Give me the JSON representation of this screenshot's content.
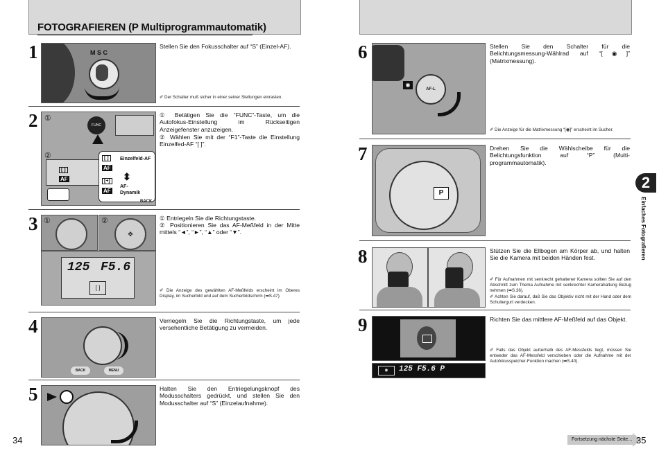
{
  "title": "FOTOGRAFIEREN (P Multiprogrammautomatik)",
  "steps": {
    "s1": {
      "number": "1",
      "text": "Stellen Sie den Fokusschalter auf “S” (Einzel-AF).",
      "note": "Der Schalter muß sicher in einer seiner Stellungen einrasten.",
      "dial_label": "M S C"
    },
    "s2": {
      "number": "2",
      "circle1": "①",
      "circle2": "②",
      "text1": "① Betätigen Sie die “FUNC”-Taste, um die Autofokus-Einstellung im Rückseitigen Anzeigefenster anzuzeigen.",
      "text2": "② Wählen Sie mit der “F1”-Taste die Einstellung Einzelfed-AF “[ ]”.",
      "func_label": "FUNC",
      "single_label": "Einzelfeld-AF",
      "dynamic_label": "AF-Dynamik",
      "af_label": "AF",
      "back_label": "BACK"
    },
    "s3": {
      "number": "3",
      "circle1": "①",
      "circle2": "②",
      "text1": "① Entriegeln Sie die Richtungstaste.",
      "text2": "② Positionieren Sie das AF-Meßfeld in der Mitte mittels “◄”, “►”, “▲” oder “▼”.",
      "note": "Die Anzeige des gewählten AF-Meßfelds erscheint im Oberes Display, im Sucherbild und auf dem Sucherbildschirm (➡S.47).",
      "lcd_shutter": "125",
      "lcd_aperture": "F5.6"
    },
    "s4": {
      "number": "4",
      "text": "Verriegeln Sie die Richtungstaste, um jede versehentliche Betätigung zu vermeiden.",
      "back_label": "BACK",
      "menu_label": "MENU"
    },
    "s5": {
      "number": "5",
      "text": "Halten Sie den Entriegelungsknopf des Modusschalters gedrückt, und stellen Sie den Modusschalter auf “S” (Einzelaufnahme)."
    },
    "s6": {
      "number": "6",
      "text": "Stellen Sie den Schalter für die Belichtungsmessung-Wählrad auf “[◉]” (Matrixmessung).",
      "note": "Die Anzeige für die Matrixmessung “[◉]” erscheint im Sucher.",
      "afl_label": "AF-L"
    },
    "s7": {
      "number": "7",
      "text": "Drehen Sie die Wählscheibe für die Belichtungsfunktion auf “P” (Multi-programmautomatik).",
      "dial_mark": "P"
    },
    "s8": {
      "number": "8",
      "text": "Stützen Sie die Ellbogen am Körper ab, und halten Sie die Kamera mit beiden Händen fest.",
      "note1": "Für Aufnahmen mit senkrecht gehaltener Kamera sollten Sie auf den Abschnitt zum Thema Aufnahme mit senkrechter Kamerahaltung Bezug nehmen (➡S.36).",
      "note2": "Achten Sie darauf, daß Sie das Objektiv nicht mit der Hand oder dem Schultergurt verdecken."
    },
    "s9": {
      "number": "9",
      "text": "Richten Sie das mittlere AF-Meßfeld auf das Objekt.",
      "note": "Falls das Objekt außerhalb des AF-Messfelds liegt, müssen Sie entweder das AF-Messfeld verschieben oder die Aufnahme mit der Autofokusspeicher-Funktion machen (➡S.40).",
      "lcd_text": "125 F5.6 P"
    }
  },
  "page_left": "34",
  "page_right": "35",
  "chapter_number": "2",
  "chapter_title": "Einfaches Fotografieren",
  "continue_text": "Fortsetzung nächste Seite..."
}
